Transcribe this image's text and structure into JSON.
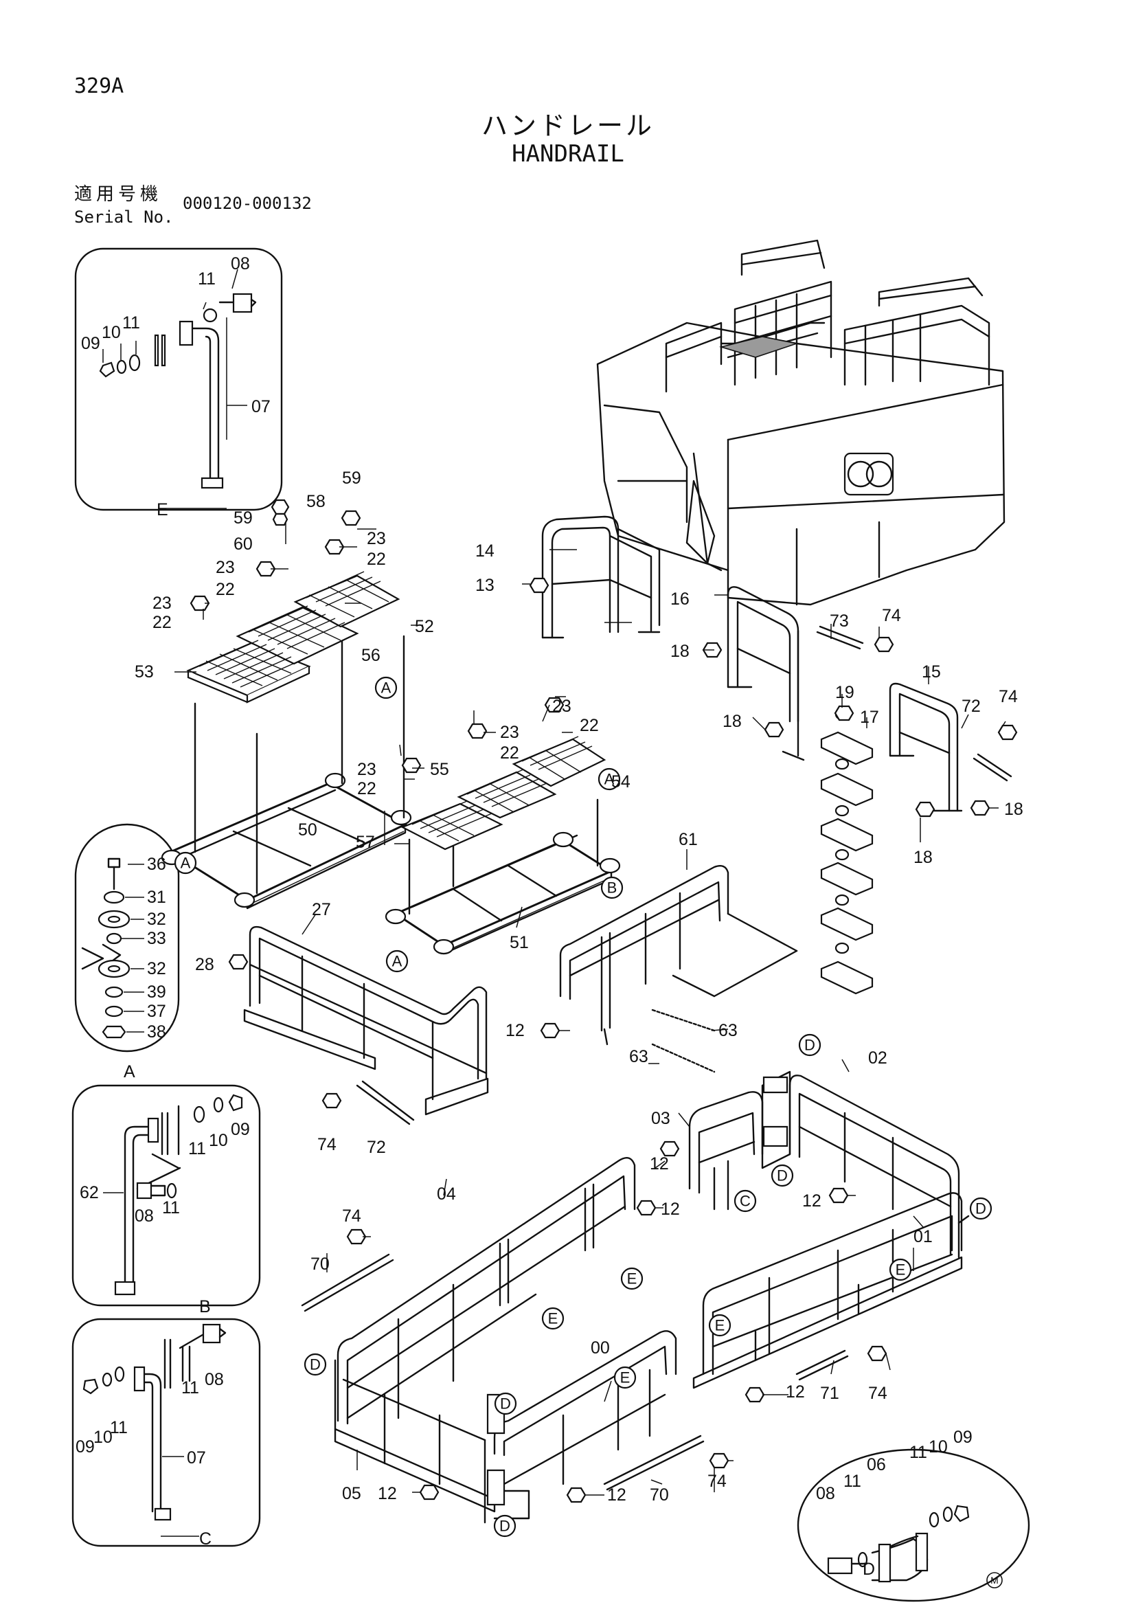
{
  "header": {
    "page_number": "329A",
    "title_jp": "ハンドレール",
    "title_en": "HANDRAIL",
    "serial_label_jp": "適用号機",
    "serial_label_en": "Serial No.",
    "serial_range": "000120-000132"
  },
  "detail_views": {
    "E": "E",
    "A": "A",
    "B": "B",
    "C": "C",
    "D": "D"
  },
  "footer_mark": "M",
  "parts": {
    "p00": "00",
    "p01": "01",
    "p02": "02",
    "p03": "03",
    "p04": "04",
    "p05": "05",
    "p06": "06",
    "p07": "07",
    "p08": "08",
    "p09": "09",
    "p10": "10",
    "p11": "11",
    "p12": "12",
    "p13": "13",
    "p14": "14",
    "p15": "15",
    "p16": "16",
    "p17": "17",
    "p18": "18",
    "p19": "19",
    "p22": "22",
    "p23": "23",
    "p27": "27",
    "p28": "28",
    "p31": "31",
    "p32": "32",
    "p33": "33",
    "p36": "36",
    "p37": "37",
    "p38": "38",
    "p39": "39",
    "p50": "50",
    "p51": "51",
    "p52": "52",
    "p53": "53",
    "p54": "54",
    "p55": "55",
    "p56": "56",
    "p57": "57",
    "p58": "58",
    "p59": "59",
    "p60": "60",
    "p61": "61",
    "p62": "62",
    "p63": "63",
    "p70": "70",
    "p71": "71",
    "p72": "72",
    "p73": "73",
    "p74": "74"
  }
}
